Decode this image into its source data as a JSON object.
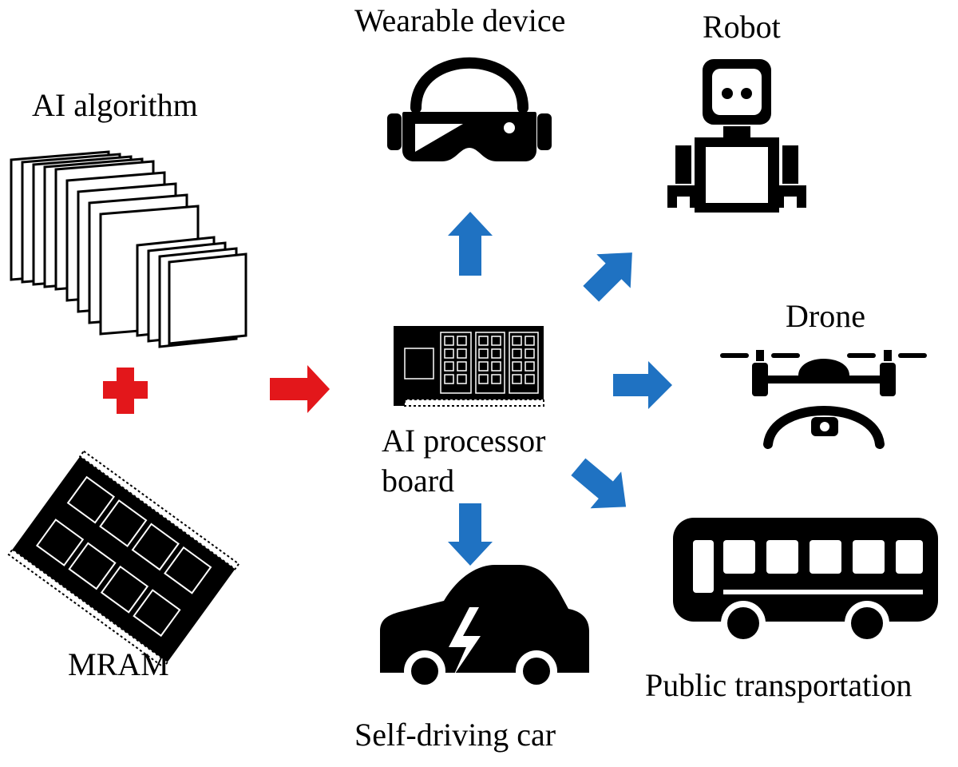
{
  "labels": {
    "ai_algorithm": "AI algorithm",
    "mram": "MRAM",
    "wearable_device": "Wearable device",
    "robot": "Robot",
    "drone": "Drone",
    "ai_processor_board_line1": "AI processor",
    "ai_processor_board_line2": "board",
    "self_driving_car": "Self-driving car",
    "public_transportation": "Public transportation"
  },
  "icons": [
    "stacked-layers-icon",
    "plus-icon",
    "mram-chip-icon",
    "processor-board-icon",
    "vr-headset-icon",
    "robot-icon",
    "drone-icon",
    "electric-car-icon",
    "bus-icon"
  ],
  "colors": {
    "input_arrow": "#e3171b",
    "output_arrow": "#1f72c2",
    "icon": "#000000",
    "background": "#ffffff"
  }
}
